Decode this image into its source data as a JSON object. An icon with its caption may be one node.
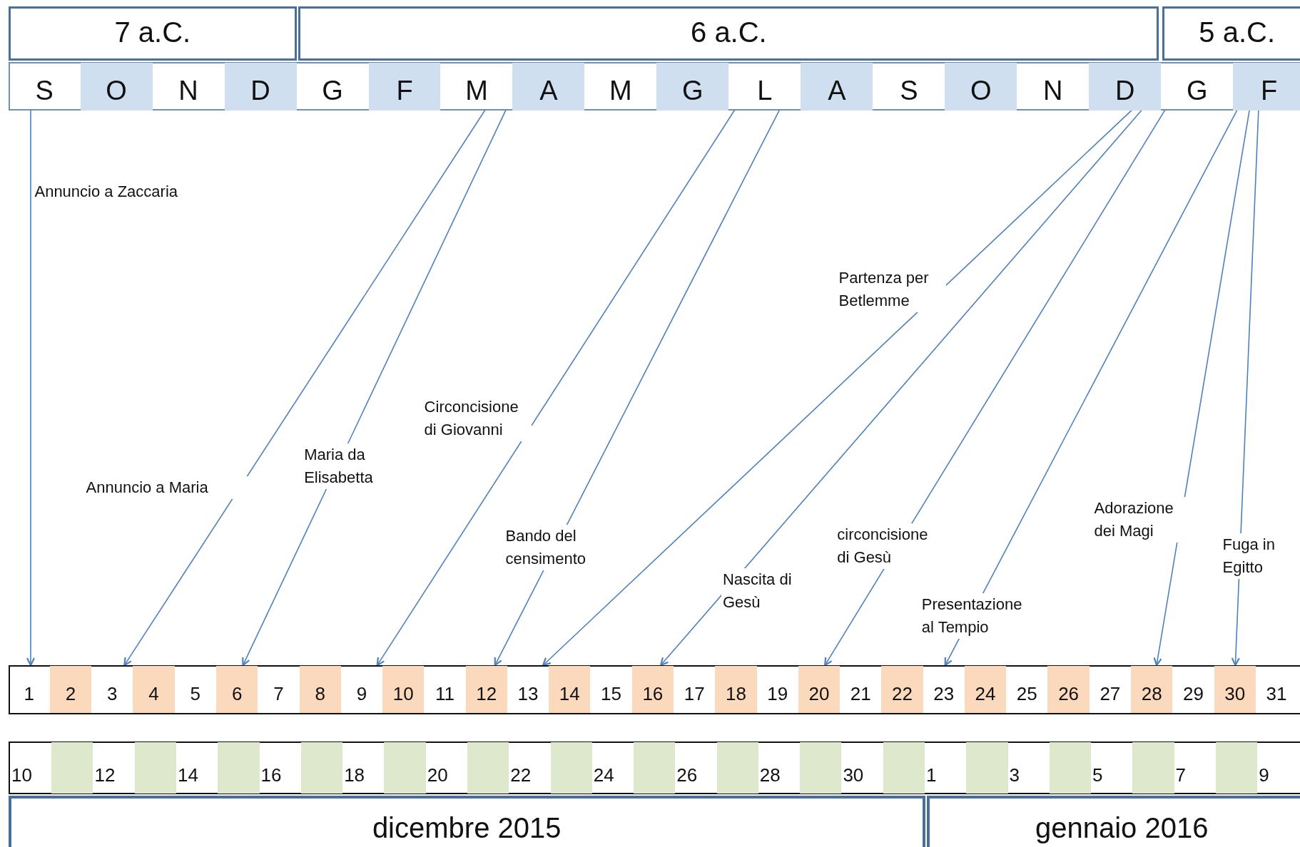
{
  "diagram": {
    "nodes": [
      {
        "text": [
          "7 a.C."
        ]
      },
      {
        "text": [
          "6 a.C."
        ]
      },
      {
        "text": [
          "5 a.C."
        ]
      },
      {
        "text": [
          "S"
        ]
      },
      {
        "text": [
          "O"
        ]
      },
      {
        "text": [
          "N"
        ]
      },
      {
        "text": [
          "D"
        ]
      },
      {
        "text": [
          "G"
        ]
      },
      {
        "text": [
          "F"
        ]
      },
      {
        "text": [
          "M"
        ]
      },
      {
        "text": [
          "A"
        ]
      },
      {
        "text": [
          "M"
        ]
      },
      {
        "text": [
          "G"
        ]
      },
      {
        "text": [
          "L"
        ]
      },
      {
        "text": [
          "A"
        ]
      },
      {
        "text": [
          "S"
        ]
      },
      {
        "text": [
          "O"
        ]
      },
      {
        "text": [
          "N"
        ]
      },
      {
        "text": [
          "D"
        ]
      },
      {
        "text": [
          "G"
        ]
      },
      {
        "text": [
          "F"
        ]
      },
      {
        "text": [
          "1"
        ]
      },
      {
        "text": [
          "2"
        ]
      },
      {
        "text": [
          "3"
        ]
      },
      {
        "text": [
          "4"
        ]
      },
      {
        "text": [
          "5"
        ]
      },
      {
        "text": [
          "6"
        ]
      },
      {
        "text": [
          "7"
        ]
      },
      {
        "text": [
          "8"
        ]
      },
      {
        "text": [
          "9"
        ]
      },
      {
        "text": [
          "10"
        ]
      },
      {
        "text": [
          "11"
        ]
      },
      {
        "text": [
          "12"
        ]
      },
      {
        "text": [
          "13"
        ]
      },
      {
        "text": [
          "14"
        ]
      },
      {
        "text": [
          "15"
        ]
      },
      {
        "text": [
          "16"
        ]
      },
      {
        "text": [
          "17"
        ]
      },
      {
        "text": [
          "18"
        ]
      },
      {
        "text": [
          "19"
        ]
      },
      {
        "text": [
          "20"
        ]
      },
      {
        "text": [
          "21"
        ]
      },
      {
        "text": [
          "22"
        ]
      },
      {
        "text": [
          "23"
        ]
      },
      {
        "text": [
          "24"
        ]
      },
      {
        "text": [
          "25"
        ]
      },
      {
        "text": [
          "26"
        ]
      },
      {
        "text": [
          "27"
        ]
      },
      {
        "text": [
          "28"
        ]
      },
      {
        "text": [
          "29"
        ]
      },
      {
        "text": [
          "30"
        ]
      },
      {
        "text": [
          "31"
        ]
      },
      {
        "text": [
          "10"
        ]
      },
      {
        "text": [],
        "shape": "box"
      },
      {
        "text": [
          "12"
        ]
      },
      {
        "text": [],
        "shape": "box"
      },
      {
        "text": [
          "14"
        ]
      },
      {
        "text": [],
        "shape": "box"
      },
      {
        "text": [
          "16"
        ]
      },
      {
        "text": [],
        "shape": "box"
      },
      {
        "text": [
          "18"
        ]
      },
      {
        "text": [],
        "shape": "box"
      },
      {
        "text": [
          "20"
        ]
      },
      {
        "text": [],
        "shape": "box"
      },
      {
        "text": [
          "22"
        ]
      },
      {
        "text": [],
        "shape": "box"
      },
      {
        "text": [
          "24"
        ]
      },
      {
        "text": [],
        "shape": "box"
      },
      {
        "text": [
          "26"
        ]
      },
      {
        "text": [],
        "shape": "box"
      },
      {
        "text": [
          "28"
        ]
      },
      {
        "text": [],
        "shape": "box"
      },
      {
        "text": [
          "30"
        ]
      },
      {
        "text": [],
        "shape": "box"
      },
      {
        "text": [
          "1"
        ]
      },
      {
        "text": [],
        "shape": "box"
      },
      {
        "text": [
          "3"
        ]
      },
      {
        "text": [],
        "shape": "box"
      },
      {
        "text": [
          "5"
        ]
      },
      {
        "text": [],
        "shape": "box"
      },
      {
        "text": [
          "7"
        ]
      },
      {
        "text": [],
        "shape": "box"
      },
      {
        "text": [
          "9"
        ]
      },
      {
        "text": [
          "dicembre   2015"
        ]
      },
      {
        "text": [
          "gennaio  2016"
        ]
      }
    ],
    "edges": [
      {
        "from": 3,
        "to": 21,
        "arrow": "to",
        "label": "Annuncio a Zaccaria"
      },
      {
        "from": 9,
        "to": 24,
        "arrow": "to",
        "label": "Annuncio a Maria"
      },
      {
        "from": 10,
        "to": 26,
        "arrow": "to",
        "label": "Maria da Elisabetta"
      },
      {
        "from": 13,
        "to": 30,
        "arrow": "to",
        "label": "Circoncisione di Giovanni"
      },
      {
        "from": 13,
        "to": 32,
        "arrow": "to",
        "label": "Bando del censimento"
      },
      {
        "from": 18,
        "to": 34,
        "arrow": "to",
        "label": "Partenza per Betlemme"
      },
      {
        "from": 18,
        "to": 36,
        "arrow": "to",
        "label": "Nascita di Gesù"
      },
      {
        "from": 19,
        "to": 40,
        "arrow": "to",
        "label": "circoncisione di Gesù"
      },
      {
        "from": 20,
        "to": 43,
        "arrow": "to",
        "label": "Presentazione al Tempio"
      },
      {
        "from": 20,
        "to": 48,
        "arrow": "to",
        "label": "Adorazione dei Magi"
      },
      {
        "from": 20,
        "to": 50,
        "arrow": "to",
        "label": "Fuga in Egitto"
      }
    ]
  }
}
